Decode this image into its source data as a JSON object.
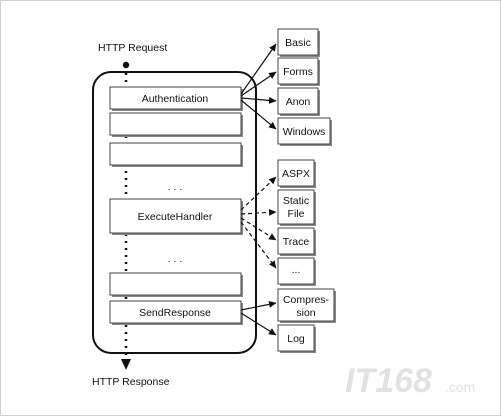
{
  "diagram": {
    "request_label": "HTTP Request",
    "response_label": "HTTP Response",
    "pipeline": {
      "authentication": "Authentication",
      "execute_handler": "ExecuteHandler",
      "send_response": "SendResponse",
      "ellipsis_top": ". . .",
      "ellipsis_bottom": ". . ."
    },
    "auth_modules": [
      "Basic",
      "Forms",
      "Anon",
      "Windows"
    ],
    "handlers": [
      {
        "line1": "ASPX",
        "line2": ""
      },
      {
        "line1": "Static",
        "line2": "File"
      },
      {
        "line1": "Trace",
        "line2": ""
      },
      {
        "line1": "...",
        "line2": ""
      }
    ],
    "response_modules": [
      {
        "line1": "Compres-",
        "line2": "sion"
      },
      {
        "line1": "Log",
        "line2": ""
      }
    ]
  },
  "watermark": {
    "brand": "IT168",
    "suffix": ".com"
  }
}
